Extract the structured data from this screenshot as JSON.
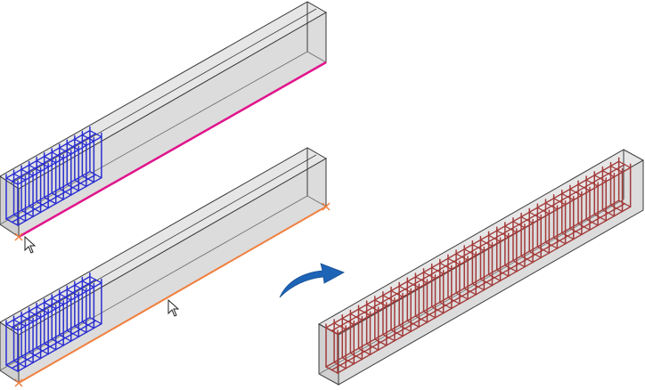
{
  "figure": {
    "kind": "3d-beam-reinforcement-illustration",
    "steps": [
      {
        "id": "step-1",
        "description_hidden": true,
        "edge_highlight": "magenta",
        "cursor": "arrow-cursor"
      },
      {
        "id": "step-2",
        "description_hidden": true,
        "edge_highlight": "orange",
        "cursor": "arrow-cursor"
      },
      {
        "id": "result",
        "description_hidden": true,
        "edge_highlight": "none",
        "cursor": "none"
      }
    ],
    "colors": {
      "beam_fill": "#dedede",
      "beam_side": "#e7e7e7",
      "beam_end": "#d2d2d2",
      "beam_stroke": "#3a3a3a",
      "rebar_blue": "#2b2fd0",
      "rebar_red": "#a33b3b",
      "magenta_edge": "#e0148c",
      "orange_edge": "#f08040",
      "arrow_blue": "#1d63b6"
    },
    "icons": [
      "arrow-cursor",
      "curved-arrow-icon",
      "cross-marker-icon"
    ]
  }
}
